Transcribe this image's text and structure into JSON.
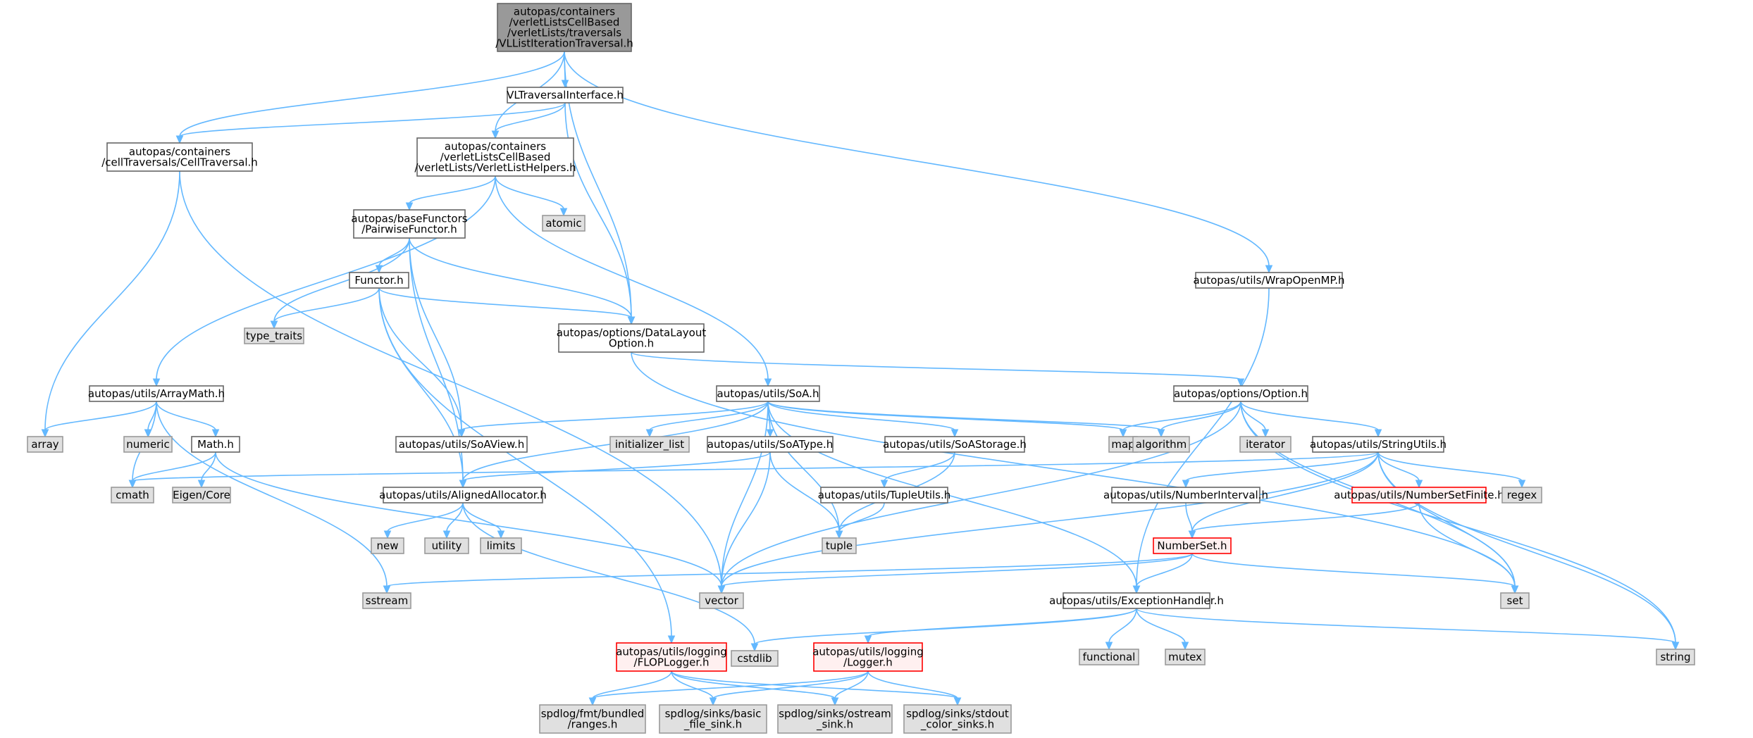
{
  "colors": {
    "edge": "#63b8ff",
    "root_fill": "#999999",
    "root_border": "#666666",
    "header_fill": "#ffffff",
    "header_border": "#666666",
    "system_fill": "#e0e0e0",
    "system_border": "#999999",
    "truncated_fill": "#fff0f0",
    "truncated_border": "#ff0000"
  },
  "nodes": [
    {
      "id": "root",
      "kind": "root",
      "lines": [
        "autopas/containers",
        "/verletListsCellBased",
        "/verletLists/traversals",
        "/VLListIterationTraversal.h"
      ]
    },
    {
      "id": "vltraversalinterface",
      "kind": "header",
      "lines": [
        "VLTraversalInterface.h"
      ]
    },
    {
      "id": "celltraversal",
      "kind": "header",
      "lines": [
        "autopas/containers",
        "/cellTraversals/CellTraversal.h"
      ]
    },
    {
      "id": "verletlisthelpers",
      "kind": "header",
      "lines": [
        "autopas/containers",
        "/verletListsCellBased",
        "/verletLists/VerletListHelpers.h"
      ]
    },
    {
      "id": "atomic",
      "kind": "system",
      "lines": [
        "atomic"
      ]
    },
    {
      "id": "pairwisefunctor",
      "kind": "header",
      "lines": [
        "autopas/baseFunctors",
        "/PairwiseFunctor.h"
      ]
    },
    {
      "id": "wrapopenmp",
      "kind": "header",
      "lines": [
        "autopas/utils/WrapOpenMP.h"
      ]
    },
    {
      "id": "functor",
      "kind": "header",
      "lines": [
        "Functor.h"
      ]
    },
    {
      "id": "type_traits",
      "kind": "system",
      "lines": [
        "type_traits"
      ]
    },
    {
      "id": "datalayoutoption",
      "kind": "header",
      "lines": [
        "autopas/options/DataLayout",
        "Option.h"
      ]
    },
    {
      "id": "arraymath",
      "kind": "header",
      "lines": [
        "autopas/utils/ArrayMath.h"
      ]
    },
    {
      "id": "soa",
      "kind": "header",
      "lines": [
        "autopas/utils/SoA.h"
      ]
    },
    {
      "id": "option",
      "kind": "header",
      "lines": [
        "autopas/options/Option.h"
      ]
    },
    {
      "id": "array",
      "kind": "system",
      "lines": [
        "array"
      ]
    },
    {
      "id": "numeric",
      "kind": "system",
      "lines": [
        "numeric"
      ]
    },
    {
      "id": "mathh",
      "kind": "header",
      "lines": [
        "Math.h"
      ]
    },
    {
      "id": "soaview",
      "kind": "header",
      "lines": [
        "autopas/utils/SoAView.h"
      ]
    },
    {
      "id": "initializer_list",
      "kind": "system",
      "lines": [
        "initializer_list"
      ]
    },
    {
      "id": "soatype",
      "kind": "header",
      "lines": [
        "autopas/utils/SoAType.h"
      ]
    },
    {
      "id": "soastorage",
      "kind": "header",
      "lines": [
        "autopas/utils/SoAStorage.h"
      ]
    },
    {
      "id": "map",
      "kind": "system",
      "lines": [
        "map"
      ]
    },
    {
      "id": "algorithm",
      "kind": "system",
      "lines": [
        "algorithm"
      ]
    },
    {
      "id": "iterator",
      "kind": "system",
      "lines": [
        "iterator"
      ]
    },
    {
      "id": "stringutils",
      "kind": "header",
      "lines": [
        "autopas/utils/StringUtils.h"
      ]
    },
    {
      "id": "cmath",
      "kind": "system",
      "lines": [
        "cmath"
      ]
    },
    {
      "id": "eigen",
      "kind": "system",
      "lines": [
        "Eigen/Core"
      ]
    },
    {
      "id": "alignedallocator",
      "kind": "header",
      "lines": [
        "autopas/utils/AlignedAllocator.h"
      ]
    },
    {
      "id": "tupleutils",
      "kind": "header",
      "lines": [
        "autopas/utils/TupleUtils.h"
      ]
    },
    {
      "id": "numberinterval",
      "kind": "header",
      "lines": [
        "autopas/utils/NumberInterval.h"
      ]
    },
    {
      "id": "numbersetfinite",
      "kind": "truncated",
      "lines": [
        "autopas/utils/NumberSetFinite.h"
      ]
    },
    {
      "id": "regex",
      "kind": "system",
      "lines": [
        "regex"
      ]
    },
    {
      "id": "new",
      "kind": "system",
      "lines": [
        "new"
      ]
    },
    {
      "id": "utility",
      "kind": "system",
      "lines": [
        "utility"
      ]
    },
    {
      "id": "limits",
      "kind": "system",
      "lines": [
        "limits"
      ]
    },
    {
      "id": "tuple",
      "kind": "system",
      "lines": [
        "tuple"
      ]
    },
    {
      "id": "numberset",
      "kind": "truncated",
      "lines": [
        "NumberSet.h"
      ]
    },
    {
      "id": "sstream",
      "kind": "system",
      "lines": [
        "sstream"
      ]
    },
    {
      "id": "vector",
      "kind": "system",
      "lines": [
        "vector"
      ]
    },
    {
      "id": "exceptionhandler",
      "kind": "header",
      "lines": [
        "autopas/utils/ExceptionHandler.h"
      ]
    },
    {
      "id": "set",
      "kind": "system",
      "lines": [
        "set"
      ]
    },
    {
      "id": "flopLogger",
      "kind": "truncated",
      "lines": [
        "autopas/utils/logging",
        "/FLOPLogger.h"
      ]
    },
    {
      "id": "cstdlib",
      "kind": "system",
      "lines": [
        "cstdlib"
      ]
    },
    {
      "id": "logger",
      "kind": "truncated",
      "lines": [
        "autopas/utils/logging",
        "/Logger.h"
      ]
    },
    {
      "id": "functional",
      "kind": "system",
      "lines": [
        "functional"
      ]
    },
    {
      "id": "mutex",
      "kind": "system",
      "lines": [
        "mutex"
      ]
    },
    {
      "id": "string",
      "kind": "system",
      "lines": [
        "string"
      ]
    },
    {
      "id": "spdlog_ranges",
      "kind": "system",
      "lines": [
        "spdlog/fmt/bundled",
        "/ranges.h"
      ]
    },
    {
      "id": "spdlog_basic",
      "kind": "system",
      "lines": [
        "spdlog/sinks/basic",
        "_file_sink.h"
      ]
    },
    {
      "id": "spdlog_ostream",
      "kind": "system",
      "lines": [
        "spdlog/sinks/ostream",
        "_sink.h"
      ]
    },
    {
      "id": "spdlog_stdout",
      "kind": "system",
      "lines": [
        "spdlog/sinks/stdout",
        "_color_sinks.h"
      ]
    }
  ],
  "edges": [
    [
      "root",
      "vltraversalinterface"
    ],
    [
      "root",
      "celltraversal"
    ],
    [
      "root",
      "verletlisthelpers"
    ],
    [
      "root",
      "datalayoutoption"
    ],
    [
      "root",
      "wrapopenmp"
    ],
    [
      "vltraversalinterface",
      "celltraversal"
    ],
    [
      "vltraversalinterface",
      "verletlisthelpers"
    ],
    [
      "vltraversalinterface",
      "datalayoutoption"
    ],
    [
      "celltraversal",
      "array"
    ],
    [
      "celltraversal",
      "vector"
    ],
    [
      "verletlisthelpers",
      "pairwisefunctor"
    ],
    [
      "verletlisthelpers",
      "atomic"
    ],
    [
      "verletlisthelpers",
      "arraymath"
    ],
    [
      "verletlisthelpers",
      "soa"
    ],
    [
      "pairwisefunctor",
      "functor"
    ],
    [
      "pairwisefunctor",
      "type_traits"
    ],
    [
      "pairwisefunctor",
      "datalayoutoption"
    ],
    [
      "pairwisefunctor",
      "soaview"
    ],
    [
      "pairwisefunctor",
      "alignedallocator"
    ],
    [
      "functor",
      "type_traits"
    ],
    [
      "functor",
      "datalayoutoption"
    ],
    [
      "functor",
      "soaview"
    ],
    [
      "functor",
      "alignedallocator"
    ],
    [
      "functor",
      "flopLogger"
    ],
    [
      "wrapopenmp",
      "exceptionhandler"
    ],
    [
      "datalayoutoption",
      "option"
    ],
    [
      "datalayoutoption",
      "set"
    ],
    [
      "arraymath",
      "array"
    ],
    [
      "arraymath",
      "numeric"
    ],
    [
      "arraymath",
      "mathh"
    ],
    [
      "arraymath",
      "cmath"
    ],
    [
      "arraymath",
      "sstream"
    ],
    [
      "mathh",
      "cmath"
    ],
    [
      "mathh",
      "eigen"
    ],
    [
      "mathh",
      "vector"
    ],
    [
      "soa",
      "soaview"
    ],
    [
      "soa",
      "initializer_list"
    ],
    [
      "soa",
      "soatype"
    ],
    [
      "soa",
      "soastorage"
    ],
    [
      "soa",
      "map"
    ],
    [
      "soa",
      "algorithm"
    ],
    [
      "soa",
      "alignedallocator"
    ],
    [
      "soa",
      "tuple"
    ],
    [
      "soa",
      "vector"
    ],
    [
      "soa",
      "exceptionhandler"
    ],
    [
      "option",
      "map"
    ],
    [
      "option",
      "algorithm"
    ],
    [
      "option",
      "iterator"
    ],
    [
      "option",
      "stringutils"
    ],
    [
      "option",
      "vector"
    ],
    [
      "option",
      "set"
    ],
    [
      "option",
      "string"
    ],
    [
      "soatype",
      "alignedallocator"
    ],
    [
      "soatype",
      "tuple"
    ],
    [
      "soatype",
      "vector"
    ],
    [
      "soastorage",
      "tupleutils"
    ],
    [
      "soastorage",
      "tuple"
    ],
    [
      "tupleutils",
      "tuple"
    ],
    [
      "stringutils",
      "cmath"
    ],
    [
      "stringutils",
      "numberinterval"
    ],
    [
      "stringutils",
      "numbersetfinite"
    ],
    [
      "stringutils",
      "regex"
    ],
    [
      "stringutils",
      "numberset"
    ],
    [
      "stringutils",
      "set"
    ],
    [
      "stringutils",
      "vector"
    ],
    [
      "stringutils",
      "string"
    ],
    [
      "numberinterval",
      "numberset"
    ],
    [
      "numbersetfinite",
      "numberset"
    ],
    [
      "numbersetfinite",
      "set"
    ],
    [
      "alignedallocator",
      "new"
    ],
    [
      "alignedallocator",
      "utility"
    ],
    [
      "alignedallocator",
      "limits"
    ],
    [
      "alignedallocator",
      "cstdlib"
    ],
    [
      "numberset",
      "sstream"
    ],
    [
      "numberset",
      "vector"
    ],
    [
      "numberset",
      "exceptionhandler"
    ],
    [
      "numberset",
      "set"
    ],
    [
      "exceptionhandler",
      "cstdlib"
    ],
    [
      "exceptionhandler",
      "logger"
    ],
    [
      "exceptionhandler",
      "functional"
    ],
    [
      "exceptionhandler",
      "mutex"
    ],
    [
      "exceptionhandler",
      "string"
    ],
    [
      "flopLogger",
      "spdlog_ranges"
    ],
    [
      "flopLogger",
      "spdlog_basic"
    ],
    [
      "flopLogger",
      "spdlog_ostream"
    ],
    [
      "flopLogger",
      "spdlog_stdout"
    ],
    [
      "logger",
      "spdlog_ranges"
    ],
    [
      "logger",
      "spdlog_basic"
    ],
    [
      "logger",
      "spdlog_ostream"
    ],
    [
      "logger",
      "spdlog_stdout"
    ]
  ]
}
